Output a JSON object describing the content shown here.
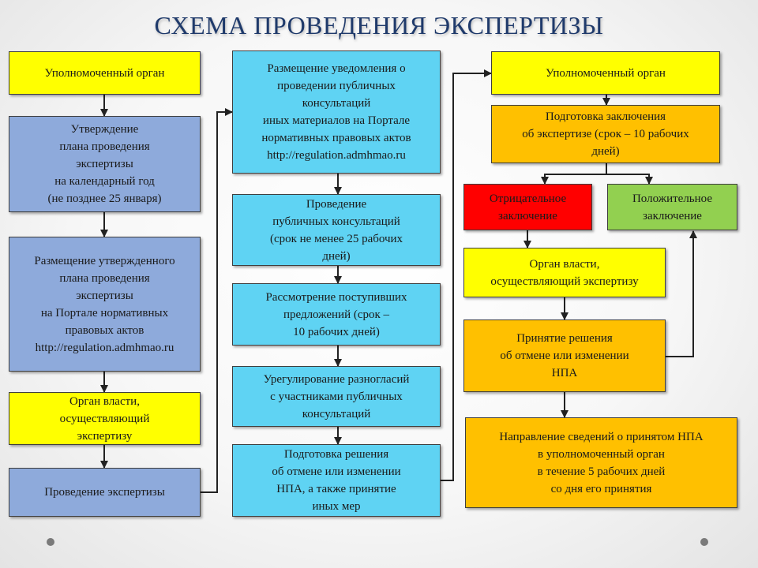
{
  "title": "СХЕМА ПРОВЕДЕНИЯ ЭКСПЕРТИЗЫ",
  "colors": {
    "yellow": "#ffff00",
    "lavender": "#8eaadb",
    "cyan": "#5fd3f3",
    "orange": "#ffc000",
    "red": "#ff0000",
    "green": "#92d050",
    "title": "#1f3a6b"
  },
  "left_column": [
    "Уполномоченный орган",
    "Утверждение\nплана проведения\nэкспертизы\nна календарный год\n(не позднее 25 января)",
    "Размещение утвержденного\nплана проведения\nэкспертизы\nна Портале нормативных\nправовых актов\nhttp://regulation.admhmao.ru",
    "Орган власти,\nосуществляющий\nэкспертизу",
    "Проведение экспертизы"
  ],
  "middle_column": [
    "Размещение уведомления о\nпроведении публичных\nконсультаций\nиных материалов на Портале\nнормативных правовых актов\nhttp://regulation.admhmao.ru",
    "Проведение\nпубличных консультаций\n(срок не менее 25 рабочих\nдней)",
    "Рассмотрение поступивших\nпредложений (срок –\n10 рабочих дней)",
    "Урегулирование разногласий\nс участниками публичных\nконсультаций",
    "Подготовка решения\nоб отмене или изменении\nНПА, а также принятие\nиных мер"
  ],
  "right_column": {
    "authority": "Уполномоченный орган",
    "preparation": "Подготовка заключения\nоб экспертизе (срок – 10 рабочих\nдней)",
    "negative": "Отрицательное\nзаключение",
    "positive": "Положительное\nзаключение",
    "body": "Орган власти,\nосуществляющий экспертизу",
    "decision": "Принятие решения\nоб отмене или изменении\nНПА",
    "notification": "Направление сведений о принятом НПА\nв уполномоченный орган\nв течение 5 рабочих дней\nсо дня его принятия"
  }
}
